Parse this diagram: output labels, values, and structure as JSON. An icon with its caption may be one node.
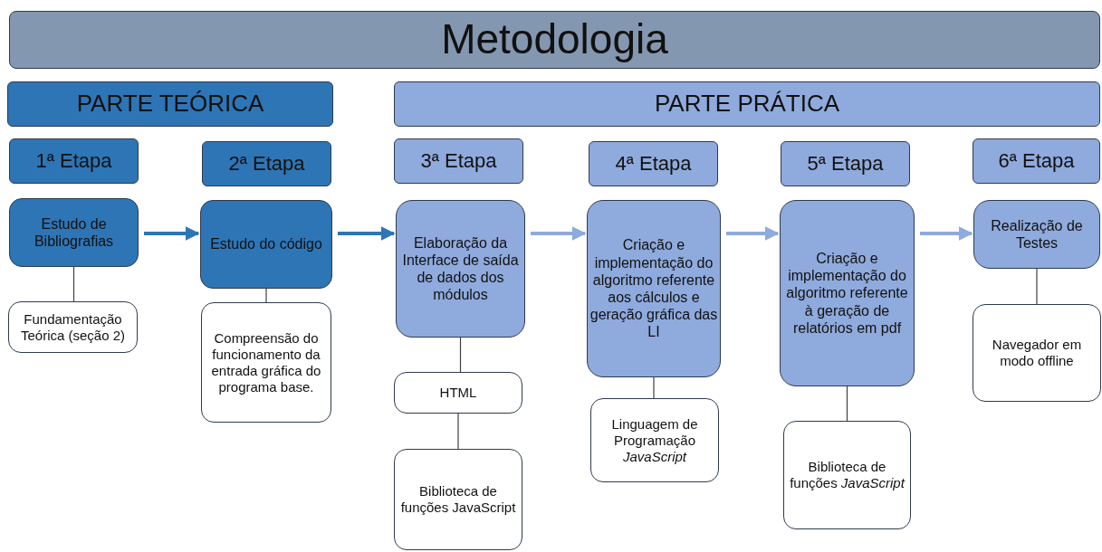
{
  "diagram": {
    "nodes": [
      {
        "text": [
          "Metodologia"
        ]
      },
      {
        "text": [
          "PARTE TEÓRICA"
        ]
      },
      {
        "text": [
          "PARTE PRÁTICA"
        ]
      },
      {
        "text": [
          "1ª Etapa"
        ]
      },
      {
        "text": [
          "2ª Etapa"
        ]
      },
      {
        "text": [
          "3ª Etapa"
        ]
      },
      {
        "text": [
          "4ª Etapa"
        ]
      },
      {
        "text": [
          "5ª Etapa"
        ]
      },
      {
        "text": [
          "6ª Etapa"
        ]
      },
      {
        "text": [
          "Estudo de Bibliografias"
        ]
      },
      {
        "text": [
          "Estudo do código"
        ]
      },
      {
        "text": [
          "Elaboração da Interface de saída de dados dos módulos"
        ]
      },
      {
        "text": [
          "Criação e implementação do algoritmo referente aos cálculos e geração gráfica das LI"
        ]
      },
      {
        "text": [
          "Criação e implementação do algoritmo referente à geração de relatórios em pdf"
        ]
      },
      {
        "text": [
          "Realização de Testes"
        ]
      },
      {
        "text": [
          "Fundamentação Teórica (seção 2)"
        ]
      },
      {
        "text": [
          "Compreensão do funcionamento da entrada gráfica do programa base."
        ]
      },
      {
        "text": [
          "HTML"
        ]
      },
      {
        "text": [
          "Biblioteca de funções JavaScript"
        ]
      },
      {
        "text": [
          "Linguagem de Programação *JavaScript*"
        ]
      },
      {
        "text": [
          "Biblioteca de funções *JavaScript*"
        ]
      },
      {
        "text": [
          "Navegador em modo offline"
        ]
      }
    ],
    "edges": [
      {
        "from": 9,
        "to": 10,
        "arrow": "to",
        "style": "thick",
        "color": "#2e75b6"
      },
      {
        "from": 10,
        "to": 11,
        "arrow": "to",
        "style": "thick",
        "color": "#2e75b6"
      },
      {
        "from": 11,
        "to": 12,
        "arrow": "to",
        "style": "thick",
        "color": "#8faadc"
      },
      {
        "from": 12,
        "to": 13,
        "arrow": "to",
        "style": "thick",
        "color": "#8faadc"
      },
      {
        "from": 13,
        "to": 14,
        "arrow": "to",
        "style": "thick",
        "color": "#8faadc"
      },
      {
        "from": 9,
        "to": 15,
        "arrow": "none"
      },
      {
        "from": 10,
        "to": 16,
        "arrow": "none"
      },
      {
        "from": 11,
        "to": 17,
        "arrow": "none"
      },
      {
        "from": 17,
        "to": 18,
        "arrow": "none"
      },
      {
        "from": 12,
        "to": 19,
        "arrow": "none"
      },
      {
        "from": 13,
        "to": 20,
        "arrow": "none"
      },
      {
        "from": 14,
        "to": 21,
        "arrow": "none"
      }
    ]
  }
}
